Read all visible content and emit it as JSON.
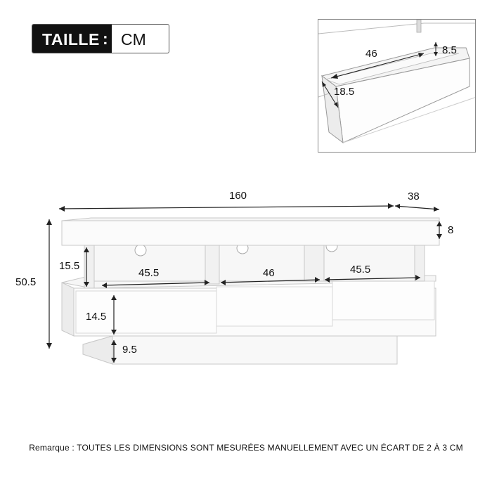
{
  "badge": {
    "label": "TAILLE",
    "colon": ":",
    "unit": "CM"
  },
  "detail": {
    "drawer_width": "46",
    "drawer_height": "8.5",
    "drawer_depth": "18.5"
  },
  "dimensions": {
    "total_width": "160",
    "depth": "38",
    "top_thickness": "8",
    "total_height": "50.5",
    "shelf_height": "15.5",
    "left_compartment_width": "45.5",
    "middle_compartment_width": "46",
    "right_compartment_width": "45.5",
    "drawer_height": "14.5",
    "base_height": "9.5"
  },
  "note": "Remarque : TOUTES LES DIMENSIONS SONT MESURÉES MANUELLEMENT AVEC UN ÉCART DE 2 À 3 CM"
}
